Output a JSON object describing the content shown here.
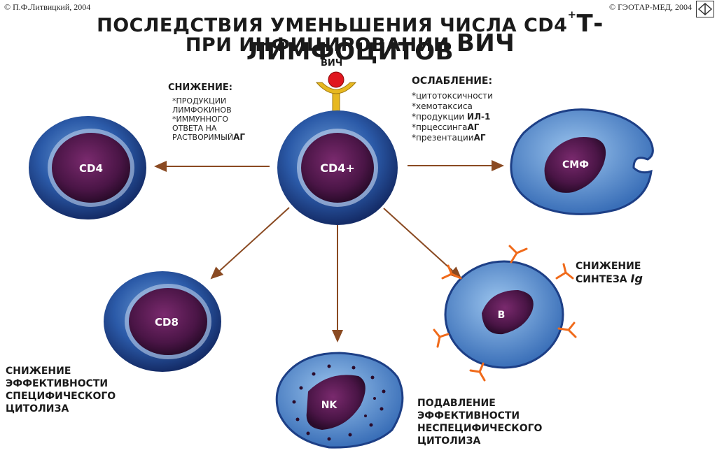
{
  "copyright": {
    "left": "© П.Ф.Литвицкий, 2004",
    "right": "© ГЭОТАР-МЕД, 2004"
  },
  "title": {
    "line1_a": "ПОСЛЕДСТВИЯ УМЕНЬШЕНИЯ ЧИСЛА CD4",
    "line1_sup": "+",
    "line1_b": "Т-ЛИМФОЦИТОВ",
    "line2_a": "ПРИ ИНФИЦИРОВАНИИ",
    "line2_b": "ВИЧ"
  },
  "hiv_label": "ВИЧ",
  "cells": {
    "center": "CD4+",
    "left": "CD4",
    "cd8": "CD8",
    "nk": "NK",
    "b": "B",
    "smf": "СМФ"
  },
  "left_block": {
    "heading": "СНИЖЕНИЕ:",
    "lines": [
      "*ПРОДУКЦИИ",
      "ЛИМФОКИНОВ",
      "*ИММУННОГО",
      "ОТВЕТА НА",
      "РАСТВОРИМЫЙ"
    ],
    "tail_bold": "АГ"
  },
  "right_block": {
    "heading": "ОСЛАБЛЕНИЕ:",
    "items": [
      {
        "text": "*цитотоксичности",
        "bold": ""
      },
      {
        "text": "*хемотаксиса",
        "bold": ""
      },
      {
        "text": "*продукции ",
        "bold": "ИЛ-1"
      },
      {
        "text": "*прцессинга",
        "bold": "АГ"
      },
      {
        "text": "*презентации",
        "bold": "АГ"
      }
    ]
  },
  "b_label": {
    "line1": "СНИЖЕНИЕ",
    "line2": "СИНТЕЗА",
    "ig": "Ig"
  },
  "cd8_label": [
    "СНИЖЕНИЕ",
    "ЭФФЕКТИВНОСТИ",
    "СПЕЦИФИЧЕСКОГО",
    "ЦИТОЛИЗА"
  ],
  "nk_label": [
    "ПОДАВЛЕНИЕ",
    "ЭФФЕКТИВНОСТИ",
    "НЕСПЕЦИФИЧЕСКОГО",
    "ЦИТОЛИЗА"
  ],
  "colors": {
    "cell_outer": "#1d3f86",
    "cell_nucleus": "#4a1546",
    "arrow": "#8a4a22",
    "antibody": "#f06a1a",
    "hiv": "#e0161e",
    "receptor": "#e7b81f"
  }
}
